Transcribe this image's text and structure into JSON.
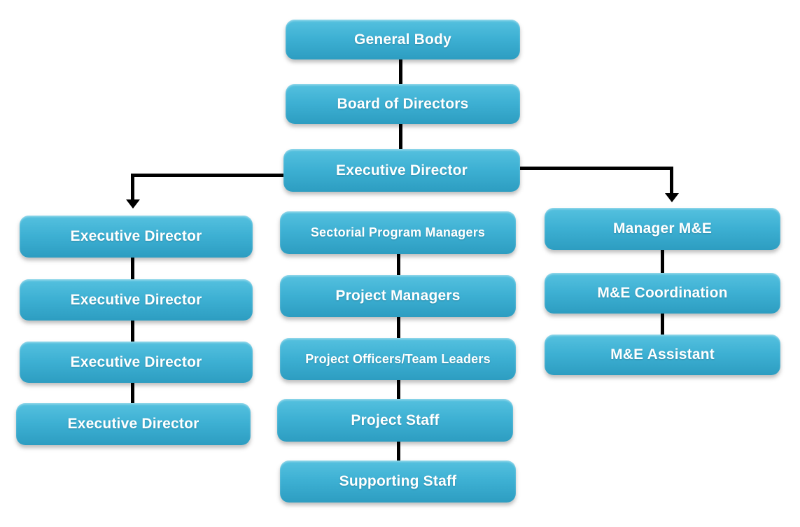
{
  "org_chart": {
    "type": "org-chart",
    "root_chain": [
      {
        "label": "General Body"
      },
      {
        "label": "Board of Directors"
      },
      {
        "label": "Executive Director"
      }
    ],
    "left_column": [
      {
        "label": "Executive Director"
      },
      {
        "label": "Executive Director"
      },
      {
        "label": "Executive Director"
      },
      {
        "label": "Executive Director"
      }
    ],
    "middle_column": [
      {
        "label": "Sectorial Program Managers"
      },
      {
        "label": "Project Managers"
      },
      {
        "label": "Project Officers/Team Leaders"
      },
      {
        "label": "Project Staff"
      },
      {
        "label": "Supporting Staff"
      }
    ],
    "right_column": [
      {
        "label": "Manager M&E"
      },
      {
        "label": "M&E Coordination"
      },
      {
        "label": "M&E Assistant"
      }
    ],
    "colors": {
      "box_gradient_top": "#55c1df",
      "box_gradient_bottom": "#2d9dc1",
      "connector": "#000000",
      "text": "#ffffff",
      "background": "#ffffff"
    }
  }
}
